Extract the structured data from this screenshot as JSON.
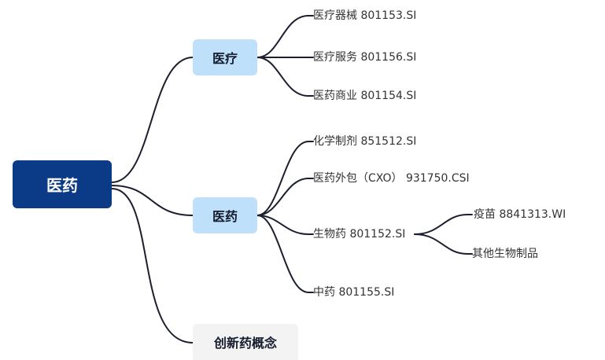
{
  "mindmap": {
    "root": {
      "label": "医药"
    },
    "branches": [
      {
        "label": "医疗",
        "children": [
          {
            "label": "医疗器械 801153.SI"
          },
          {
            "label": "医疗服务 801156.SI"
          },
          {
            "label": "医药商业 801154.SI"
          }
        ]
      },
      {
        "label": "医药",
        "children": [
          {
            "label": "化学制剂 851512.SI"
          },
          {
            "label": "医药外包（CXO） 931750.CSI"
          },
          {
            "label": "生物药 801152.SI",
            "children": [
              {
                "label": "疫苗 8841313.WI"
              },
              {
                "label": "其他生物制品"
              }
            ]
          },
          {
            "label": "中药 801155.SI"
          }
        ]
      },
      {
        "label": "创新药概念"
      }
    ]
  },
  "colors": {
    "root_fill": "#0b3a86",
    "branch_fill": "#bfe0fb",
    "concept_fill": "#f3f3f3",
    "connector": "#1c1f2e"
  }
}
